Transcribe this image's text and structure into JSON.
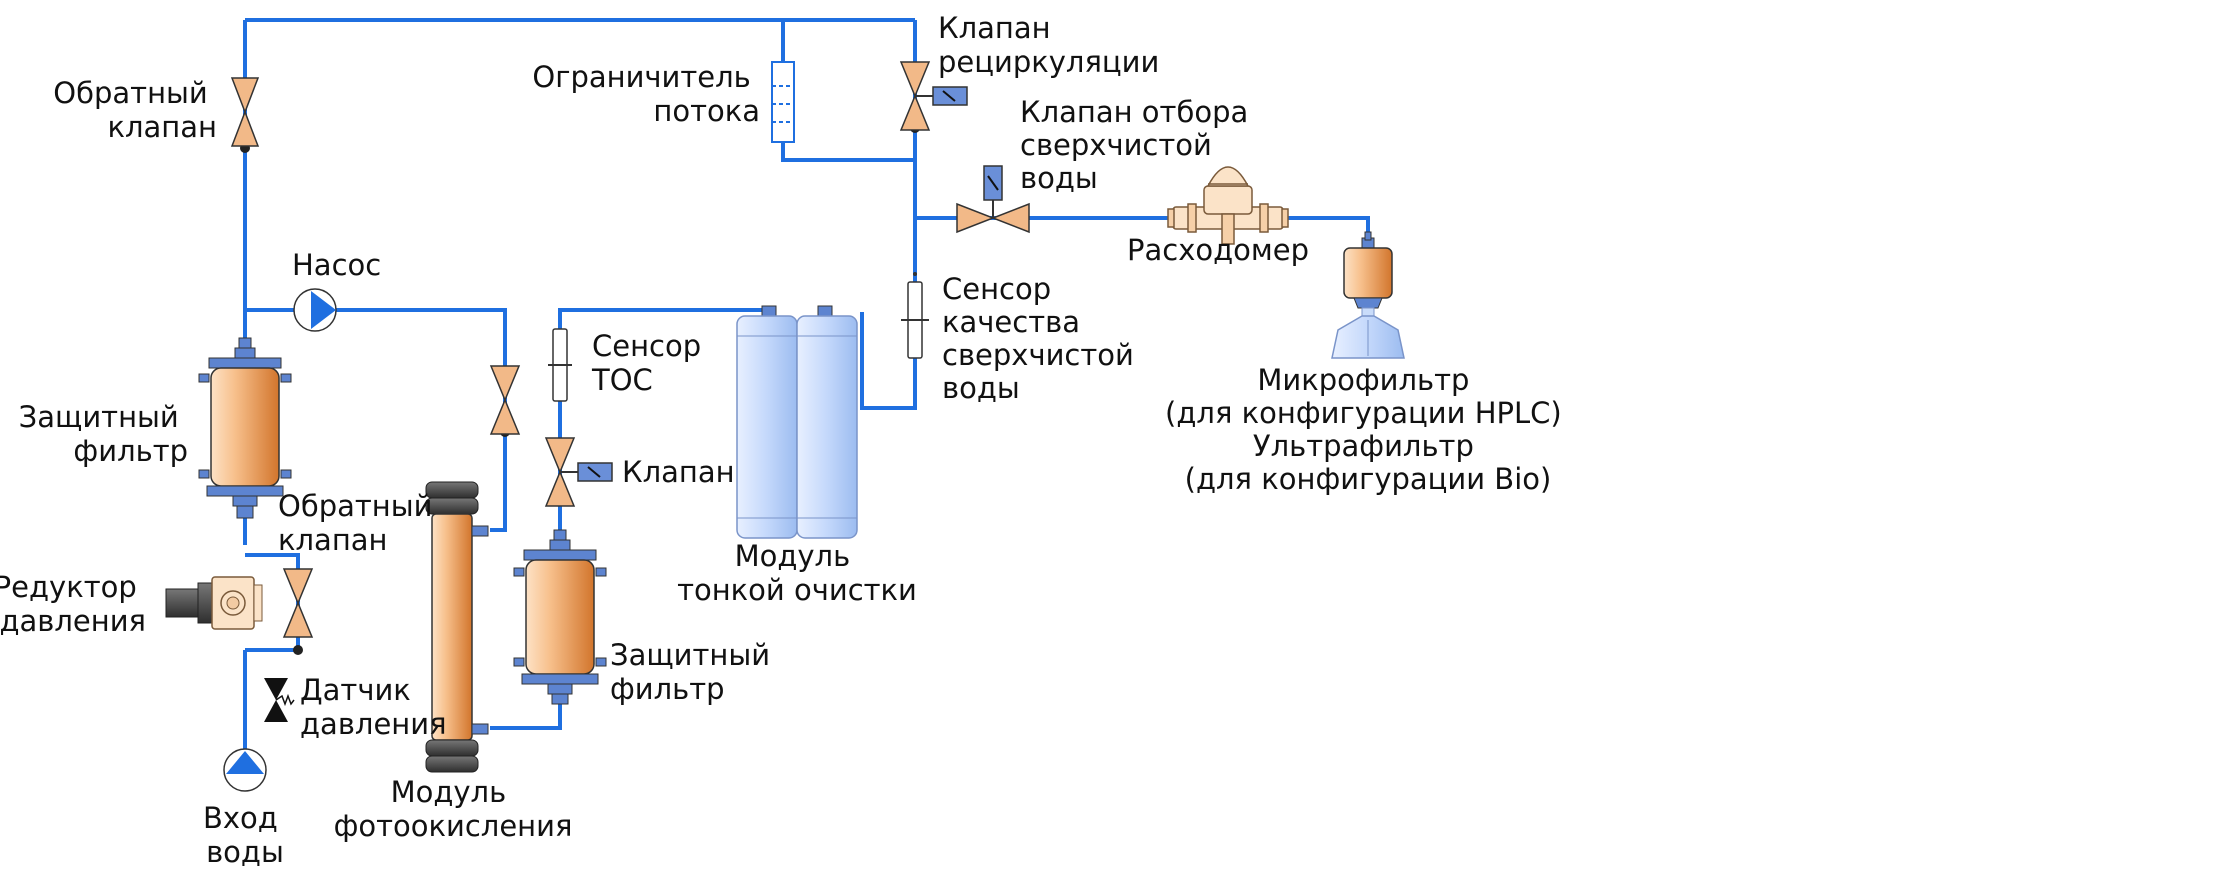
{
  "colors": {
    "pipe": "#1f6fe0",
    "filter_orange": "#e8954e",
    "valve_orange": "#f2b988",
    "module_blue": "#c9dcfa",
    "outline": "#2a2a2a",
    "solenoid_blue": "#6a8fd8"
  },
  "labels": {
    "check_valve_top": [
      "Обратный",
      "клапан"
    ],
    "pump": "Насос",
    "guard_filter_left": [
      "Защитный",
      "фильтр"
    ],
    "check_valve_bottom": [
      "Обратный",
      "клапан"
    ],
    "pressure_reducer": [
      "Редуктор",
      "давления"
    ],
    "pressure_sensor": [
      "Датчик",
      "давления"
    ],
    "water_inlet": [
      "Вход",
      "воды"
    ],
    "photooxidation_module": [
      "Модуль",
      "фотоокисления"
    ],
    "toc_sensor": [
      "Сенсор",
      "ТОС"
    ],
    "valve": "Клапан",
    "guard_filter_right": [
      "Защитный",
      "фильтр"
    ],
    "flow_limiter": [
      "Ограничитель",
      "потока"
    ],
    "recirculation_valve": [
      "Клапан",
      "рециркуляции"
    ],
    "dispense_valve": [
      "Клапан отбора",
      "сверхчистой",
      "воды"
    ],
    "fine_module": [
      "Модуль",
      "тонкой очистки"
    ],
    "quality_sensor": [
      "Сенсор",
      "качества",
      "сверхчистой",
      "воды"
    ],
    "flowmeter": "Расходомер",
    "final_filter": [
      "Микрофильтр",
      "(для конфигурации HPLC)",
      "Ультрафильтр",
      "(для конфигурации Bio)"
    ]
  },
  "icons": [
    "pump-icon",
    "check-valve-icon",
    "solenoid-valve-icon",
    "filter-cartridge-icon",
    "pressure-reducer-icon",
    "pressure-sensor-icon",
    "uv-lamp-icon",
    "flow-meter-icon",
    "sensor-icon",
    "fine-module-icon"
  ]
}
